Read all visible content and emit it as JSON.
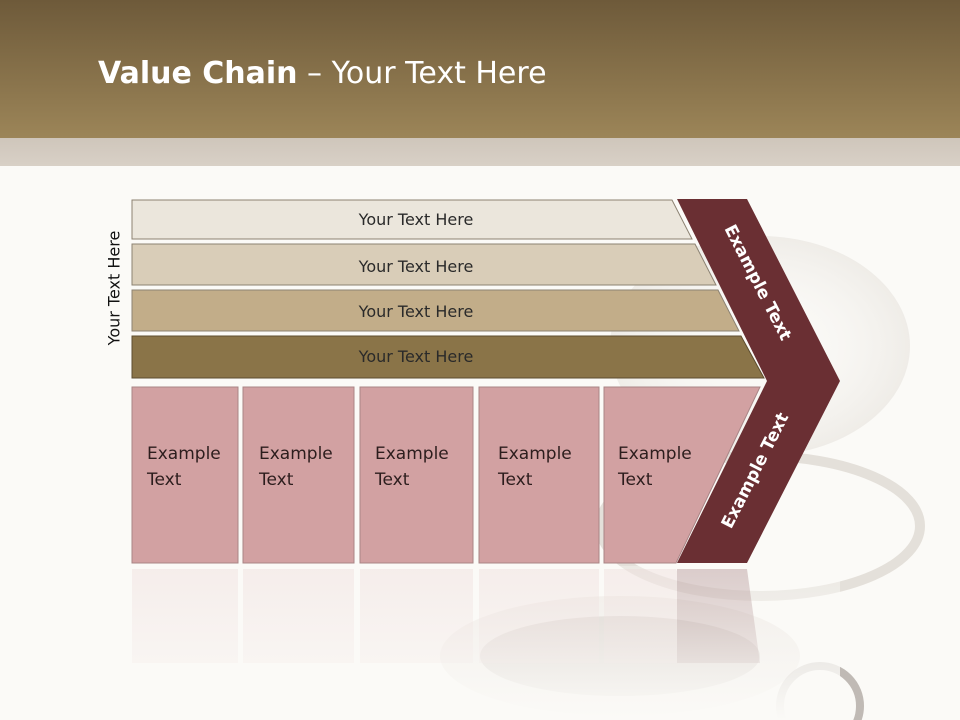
{
  "slide": {
    "title_bold": "Value Chain",
    "title_rest": " – Your Text Here",
    "side_label": "Your Text Here"
  },
  "rows": [
    {
      "label": "Your Text Here",
      "fill": "#ebe6dc"
    },
    {
      "label": "Your Text Here",
      "fill": "#d9cdb8"
    },
    {
      "label": "Your Text Here",
      "fill": "#c2ad89"
    },
    {
      "label": "Your Text Here",
      "fill": "#8a7448"
    }
  ],
  "boxes": [
    {
      "line1": "Example",
      "line2": "Text"
    },
    {
      "line1": "Example",
      "line2": "Text"
    },
    {
      "line1": "Example",
      "line2": "Text"
    },
    {
      "line1": "Example",
      "line2": "Text"
    },
    {
      "line1": "Example",
      "line2": "Text"
    }
  ],
  "chevron": {
    "upper_label": "Example Text",
    "lower_label": "Example Text",
    "fill": "#6a2f33"
  },
  "colors": {
    "header_top": "#6e5a3a",
    "header_bottom": "#9c8558",
    "box_fill": "#d2a1a2",
    "box_stroke": "#a98586"
  }
}
